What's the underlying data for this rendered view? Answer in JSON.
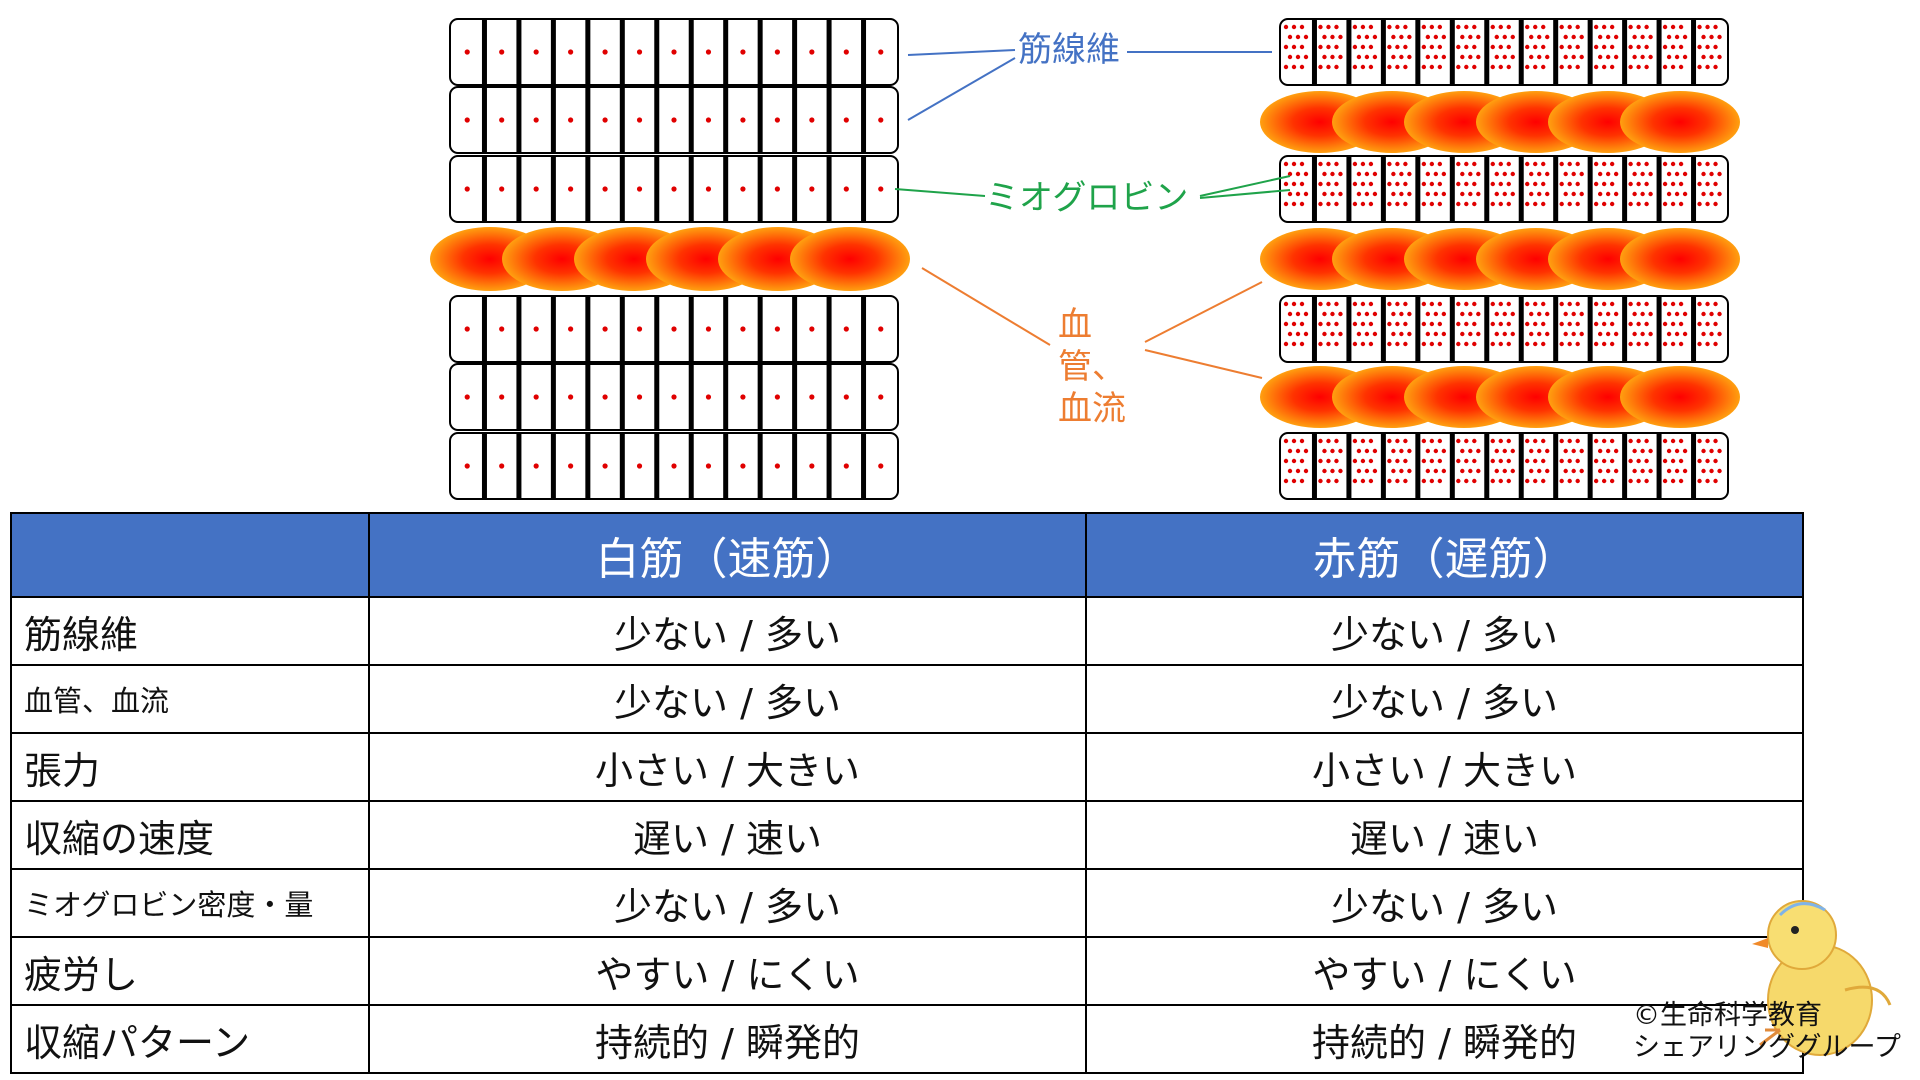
{
  "figure": {
    "labels": {
      "muscle_fiber": "筋線維",
      "myoglobin": "ミオグロビン",
      "blood_vessel": "血管、血流"
    },
    "colors": {
      "fiber_label": "#4472c4",
      "myoglobin_label": "#1fa34a",
      "vessel_label": "#ed7d31",
      "blood_cell_center": "#ff0000",
      "blood_cell_edge": "#ff9a10",
      "myoglobin_dot": "#e00000"
    }
  },
  "table": {
    "header": [
      "",
      "白筋（速筋）",
      "赤筋（遅筋）"
    ],
    "rows": [
      {
        "label": "筋線維",
        "white": "少ない / 多い",
        "red": "少ない / 多い"
      },
      {
        "label": "血管、血流",
        "white": "少ない / 多い",
        "red": "少ない / 多い"
      },
      {
        "label": "張力",
        "white": "小さい / 大きい",
        "red": "小さい / 大きい"
      },
      {
        "label": "収縮の速度",
        "white": "遅い / 速い",
        "red": "遅い / 速い"
      },
      {
        "label": "ミオグロビン密度・量",
        "white": "少ない / 多い",
        "red": "少ない / 多い"
      },
      {
        "label": "疲労し",
        "white": "やすい / にくい",
        "red": "やすい / にくい"
      },
      {
        "label": "収縮パターン",
        "white": "持続的 / 瞬発的",
        "red": "持続的 / 瞬発的"
      }
    ],
    "header_color": "#4472c4"
  },
  "copyright": {
    "line1": "©生命科学教育",
    "line2": "シェアリンググループ"
  }
}
